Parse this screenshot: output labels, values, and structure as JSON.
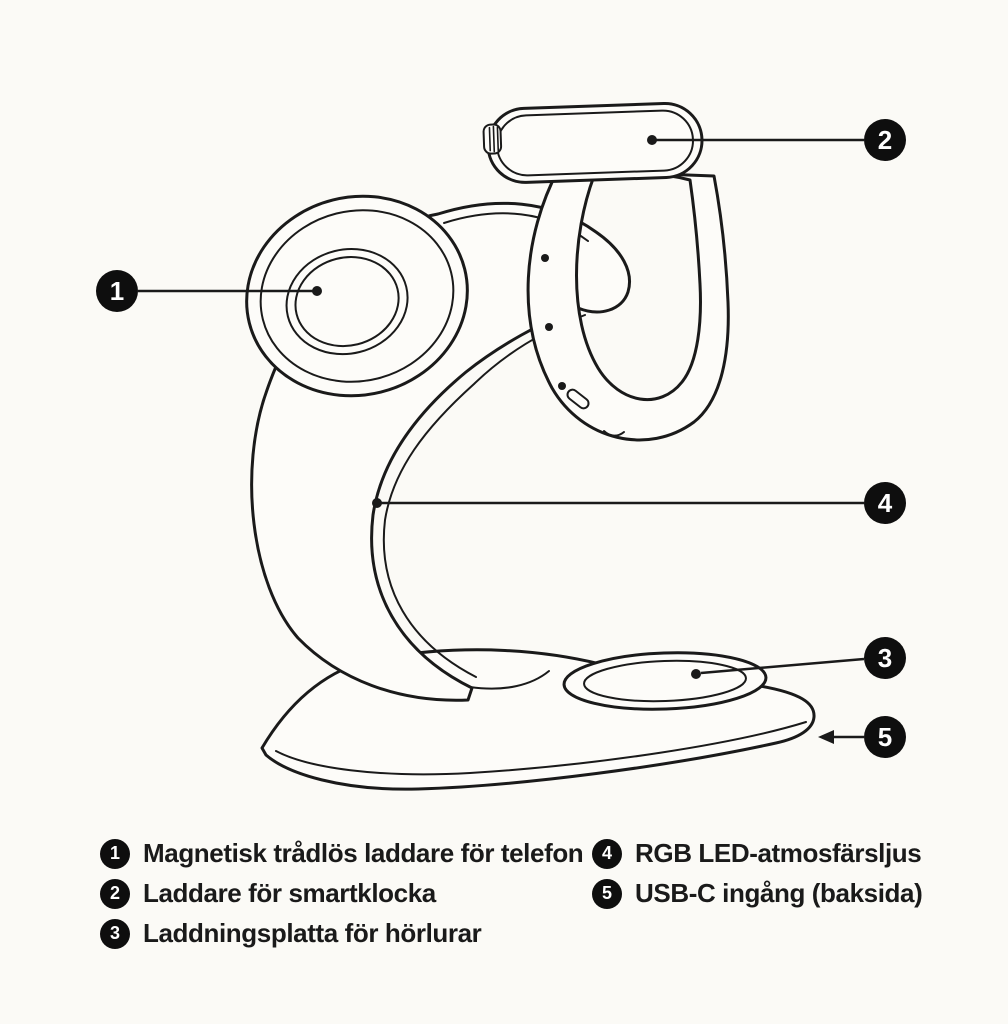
{
  "colors": {
    "bg": "#fbfaf6",
    "paper": "#fdfcf9",
    "ink": "#1a1a1a",
    "badge": "#0e0e0e",
    "badge_text": "#ffffff"
  },
  "callouts": [
    {
      "number": "1",
      "label": "Magnetisk trådlös laddare för telefon"
    },
    {
      "number": "2",
      "label": "Laddare för smartklocka"
    },
    {
      "number": "3",
      "label": "Laddningsplatta för hörlurar"
    },
    {
      "number": "4",
      "label": "RGB LED-atmosfärsljus"
    },
    {
      "number": "5",
      "label": "USB-C ingång (baksida)"
    }
  ],
  "illustration": {
    "parts": [
      "phone-wireless-charger-disc",
      "smartwatch-with-band-on-arm-charger",
      "c-shaped-stand-arm",
      "earbuds-charging-pad",
      "base-with-usb-c-port"
    ]
  }
}
